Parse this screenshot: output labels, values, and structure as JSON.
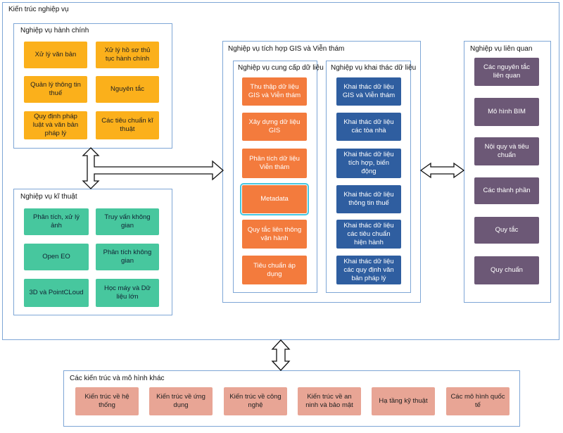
{
  "outer": {
    "title": "Kiến trúc nghiệp vụ"
  },
  "admin": {
    "title": "Nghiệp vụ hành chính",
    "items": [
      "Xử lý văn bản",
      "Xử lý hồ sơ thủ tục hành chính",
      "Quản lý thông tin thuế",
      "Nguyên tắc",
      "Quy định pháp luật và văn bản pháp lý",
      "Các tiêu chuẩn kĩ thuật"
    ]
  },
  "technical": {
    "title": "Nghiệp vụ kĩ thuật",
    "items": [
      "Phân tích, xử lý ảnh",
      "Truy vấn không gian",
      "Open EO",
      "Phân tích không gian",
      "3D và PointCLoud",
      "Học máy và Dữ liệu lớn"
    ]
  },
  "gis": {
    "title": "Nghiệp vụ tích hợp GIS và Viễn thám",
    "provide": {
      "title": "Nghiệp vụ cung cấp dữ liệu",
      "items": [
        "Thu thập dữ liệu GIS và Viễn thám",
        "Xây dựng dữ liệu GIS",
        "Phân tích dữ liệu Viễn thám",
        "Metadata",
        "Quy tắc liên thông vận hành",
        "Tiêu chuẩn áp dụng"
      ]
    },
    "exploit": {
      "title": "Nghiệp vụ khai thác dữ liệu",
      "items": [
        "Khai thác dữ liệu GIS và Viễn thám",
        "Khai thác dữ liệu các tòa nhà",
        "Khai thác dữ liệu tích hợp, biến động",
        "Khai thác dữ liệu thông tin thuế",
        "Khai thác dữ liệu các tiêu chuẩn hiện hành",
        "Khai thác dữ liệu các quy định văn bản pháp lý"
      ]
    }
  },
  "related": {
    "title": "Nghiệp vụ liên quan",
    "items": [
      "Các nguyên tắc liên quan",
      "Mô hình BIM",
      "Nội quy và tiêu chuẩn",
      "Các thành phần",
      "Quy tắc",
      "Quy chuẩn"
    ]
  },
  "other": {
    "title": "Các kiến trúc và mô hình khác",
    "items": [
      "Kiến trúc về hệ thống",
      "Kiến trúc về ứng dụng",
      "Kiến trúc về công nghệ",
      "Kiến trúc về an ninh và bảo mật",
      "Hạ tầng kỹ thuật",
      "Các mô hình quốc tế"
    ]
  },
  "colors": {
    "frame": "#7ea6d6",
    "yellow": "#fbb01b",
    "green": "#47c79e",
    "orange": "#f37b3d",
    "blue": "#2f5ea0",
    "purple": "#6c5876",
    "pink": "#e8a595",
    "selection": "#46c7e0"
  }
}
